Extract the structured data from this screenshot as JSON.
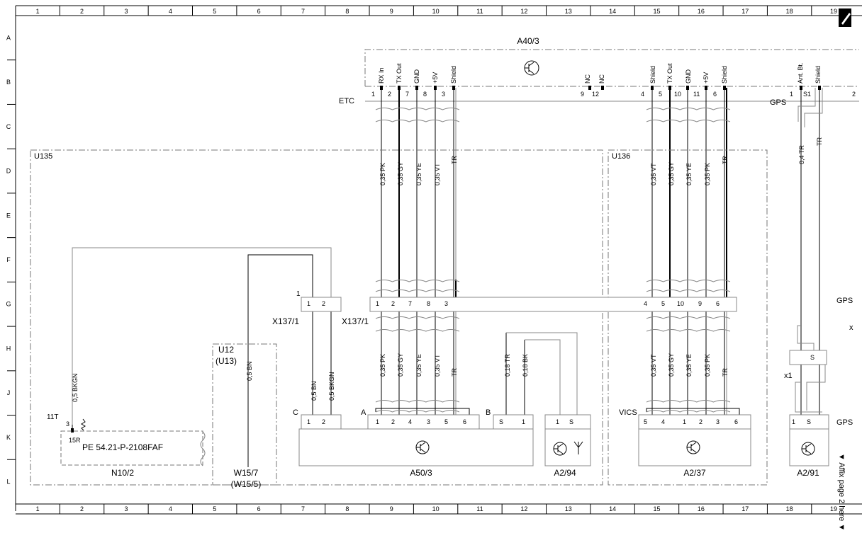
{
  "grid": {
    "columns": [
      "1",
      "2",
      "3",
      "4",
      "5",
      "6",
      "7",
      "8",
      "9",
      "10",
      "11",
      "12",
      "13",
      "14",
      "15",
      "16",
      "17",
      "18",
      "19"
    ],
    "rows": [
      "A",
      "B",
      "C",
      "D",
      "E",
      "F",
      "G",
      "H",
      "J",
      "K",
      "L"
    ]
  },
  "modules": {
    "a40": {
      "name": "A40/3",
      "left_pins": [
        "RX In",
        "TX Out",
        "GND",
        "+5V",
        "Shield"
      ],
      "nc_pins": [
        "NC",
        "NC"
      ],
      "right_pins": [
        "Shield",
        "TX Out",
        "GND",
        "+5V",
        "Shield"
      ],
      "gps_pins": [
        "Ant. Bt.",
        "Shield"
      ],
      "etc_label": "ETC",
      "gps_label": "GPS",
      "etc_numbers": [
        "1",
        "2",
        "7",
        "8",
        "3"
      ],
      "nc_numbers": [
        "9",
        "12"
      ],
      "right_numbers": [
        "4",
        "5",
        "10",
        "11",
        "6"
      ],
      "gps_numbers": [
        "1",
        "S1",
        "2"
      ]
    },
    "u135": "U135",
    "u136": "U136",
    "u12": "U12",
    "u13": "(U13)",
    "n10": "N10/2",
    "w15": "W15/7",
    "w15b": "(W15/5)",
    "a50": "A50/3",
    "a294": "A2/94",
    "a237": "A2/37",
    "a291": "A2/91"
  },
  "wires": {
    "etc_upper": [
      "0,35 PK",
      "0,35 GY",
      "0,35 YE",
      "0,35 VT",
      "TR"
    ],
    "etc_lower": [
      "0,35 PK",
      "0,35 GY",
      "0,35 YE",
      "0,35 VT",
      "TR"
    ],
    "vics_upper": [
      "0,35 VT",
      "0,35 GY",
      "0,35 YE",
      "0,35 PK",
      "TR"
    ],
    "vics_lower": [
      "0,35 VT",
      "0,35 GY",
      "0,35 YE",
      "0,35 PK",
      "TR"
    ],
    "gps": [
      "0,4 TR",
      "TR"
    ],
    "b": [
      "0,18 TR",
      "0,18 BK"
    ],
    "c": [
      "0,5 BN",
      "0,5 BKGN"
    ],
    "w15": "0,5 BN",
    "n10": "0,5 BKGN"
  },
  "connectors": {
    "x137a": "X137/1",
    "x137b": "X137/1",
    "x137a_pin_top": "1",
    "x137a_pins": [
      "1",
      "2"
    ],
    "g_etc_pins": [
      "1",
      "2",
      "7",
      "8",
      "3"
    ],
    "g_vics_pins": [
      "4",
      "5",
      "10",
      "9",
      "6"
    ],
    "gps_g": "GPS",
    "gps_g2": "x",
    "x1": "x1",
    "x1_pin": "S",
    "gps_k": "GPS"
  },
  "lower": {
    "c_label": "C",
    "a_label": "A",
    "b_label": "B",
    "vics_label": "VICS",
    "c_pins": [
      "1",
      "2"
    ],
    "a_pins": [
      "1",
      "2",
      "4",
      "3",
      "5",
      "6"
    ],
    "b_pins": [
      "S",
      "1"
    ],
    "a294_pins": [
      "1",
      "S"
    ],
    "vics_pins": [
      "5",
      "4",
      "1",
      "2",
      "3",
      "6"
    ],
    "a291_pins": [
      "1",
      "S"
    ]
  },
  "n10_details": {
    "pin_11t": "11T",
    "pin_3": "3",
    "pin_15r": "15R",
    "ref": "PE 54.21-P-2108FAF"
  },
  "side_note": "▼ Affix page 2 here ▼",
  "corner_icon": "pencil-icon"
}
